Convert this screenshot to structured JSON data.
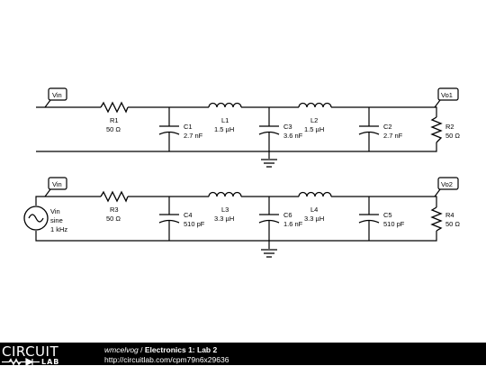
{
  "circuit1": {
    "input_flag": "Vin",
    "output_flag": "Vo1",
    "r1": {
      "name": "R1",
      "value": "50 Ω"
    },
    "c1": {
      "name": "C1",
      "value": "2.7 nF"
    },
    "l1": {
      "name": "L1",
      "value": "1.5 µH"
    },
    "c3": {
      "name": "C3",
      "value": "3.6 nF"
    },
    "l2": {
      "name": "L2",
      "value": "1.5 µH"
    },
    "c2": {
      "name": "C2",
      "value": "2.7 nF"
    },
    "r2": {
      "name": "R2",
      "value": "50 Ω"
    }
  },
  "circuit2": {
    "input_flag": "Vin",
    "output_flag": "Vo2",
    "source": {
      "name": "Vin",
      "type": "sine",
      "freq": "1 kHz"
    },
    "r3": {
      "name": "R3",
      "value": "50 Ω"
    },
    "c4": {
      "name": "C4",
      "value": "510 pF"
    },
    "l3": {
      "name": "L3",
      "value": "3.3 µH"
    },
    "c6": {
      "name": "C6",
      "value": "1.6 nF"
    },
    "l4": {
      "name": "L4",
      "value": "3.3 µH"
    },
    "c5": {
      "name": "C5",
      "value": "510 pF"
    },
    "r4": {
      "name": "R4",
      "value": "50 Ω"
    }
  },
  "footer": {
    "logo_top": "CIRCUIT",
    "logo_bottom": "LAB",
    "user": "wmcelvog",
    "separator": " / ",
    "title": "Electronics 1: Lab 2",
    "url": "http://circuitlab.com/cpm79n6x29636"
  }
}
